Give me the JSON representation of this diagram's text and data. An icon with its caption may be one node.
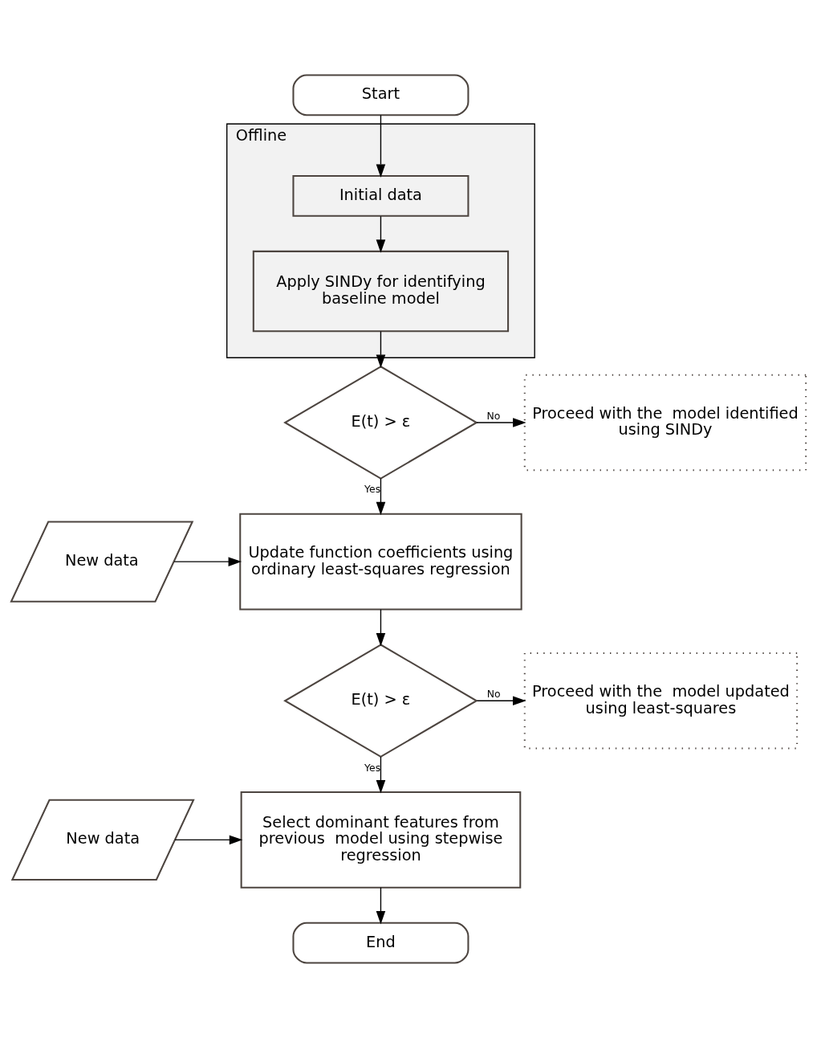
{
  "diagram": {
    "nodes": [
      {
        "text": [
          "Start"
        ]
      },
      {
        "text": [
          "Offline"
        ]
      },
      {
        "text": [
          "Initial data"
        ],
        "in": 1
      },
      {
        "text": [
          "Apply SINDy for identifying baseline model"
        ],
        "in": 1
      },
      {
        "text": [
          "E(t) > ε"
        ]
      },
      {
        "text": [
          "Proceed with the  model identified using SINDy"
        ]
      },
      {
        "text": [
          "Update function coefficients using ordinary least-squares regression"
        ]
      },
      {
        "text": [
          "New data"
        ]
      },
      {
        "text": [
          "E(t) > ε"
        ]
      },
      {
        "text": [
          "Proceed with the  model updated using least-squares"
        ]
      },
      {
        "text": [
          "Select dominant features from previous  model using stepwise regression"
        ]
      },
      {
        "text": [
          "New data"
        ]
      },
      {
        "text": [
          "End"
        ]
      }
    ],
    "edges": [
      {
        "from": 0,
        "to": 2,
        "arrow": "to"
      },
      {
        "from": 2,
        "to": 3,
        "arrow": "to"
      },
      {
        "from": 3,
        "to": 4,
        "arrow": "to"
      },
      {
        "from": 4,
        "to": 5,
        "label": "No",
        "arrow": "to"
      },
      {
        "from": 4,
        "to": 6,
        "label": "Yes",
        "arrow": "to"
      },
      {
        "from": 7,
        "to": 6,
        "arrow": "to"
      },
      {
        "from": 6,
        "to": 8,
        "arrow": "to"
      },
      {
        "from": 8,
        "to": 9,
        "label": "No",
        "arrow": "to"
      },
      {
        "from": 8,
        "to": 10,
        "label": "Yes",
        "arrow": "to"
      },
      {
        "from": 11,
        "to": 10,
        "arrow": "to"
      },
      {
        "from": 10,
        "to": 12,
        "arrow": "to"
      }
    ]
  }
}
